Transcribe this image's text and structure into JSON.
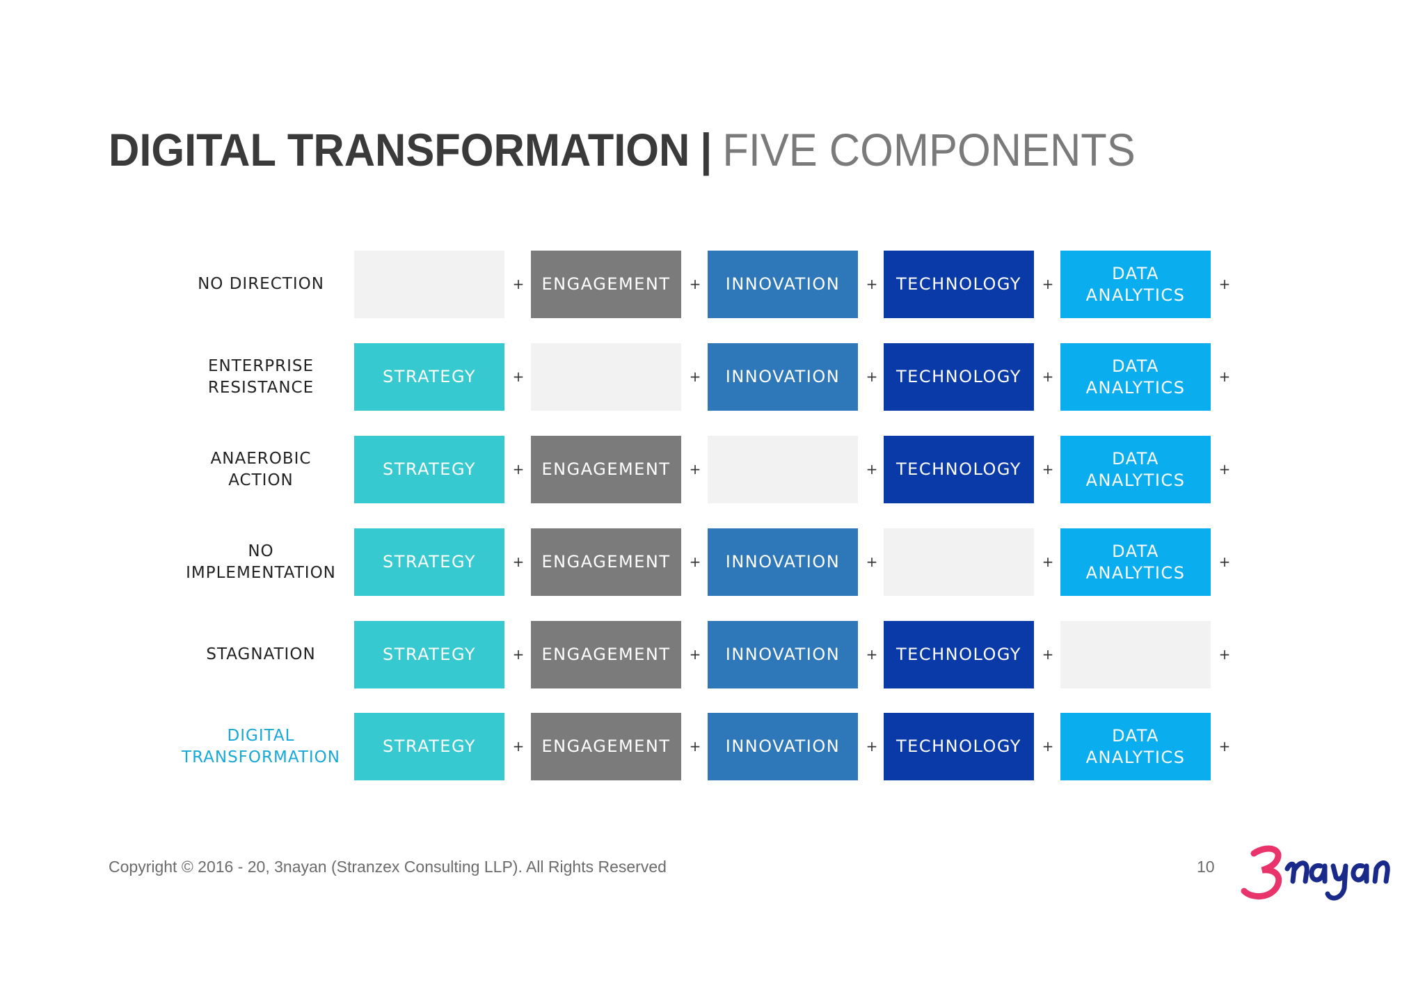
{
  "title": {
    "main": "DIGITAL TRANSFORMATION",
    "separator": "|",
    "subtitle": "FIVE COMPONENTS"
  },
  "colors": {
    "strategy": "#36c9d0",
    "engagement": "#7b7b7b",
    "innovation": "#2e77b8",
    "technology": "#0a3aa8",
    "data_analytics": "#0aaeee",
    "empty": "#f2f2f2",
    "highlight_label": "#17a8d8"
  },
  "plus_sign": "+",
  "rows": [
    {
      "label": "NO DIRECTION",
      "cells": [
        {
          "key": "strategy",
          "text": "",
          "empty": true
        },
        {
          "key": "engagement",
          "text": "ENGAGEMENT",
          "empty": false
        },
        {
          "key": "innovation",
          "text": "INNOVATION",
          "empty": false
        },
        {
          "key": "technology",
          "text": "TECHNOLOGY",
          "empty": false
        },
        {
          "key": "data_analytics",
          "text": "DATA\nANALYTICS",
          "empty": false
        }
      ]
    },
    {
      "label": "ENTERPRISE\nRESISTANCE",
      "cells": [
        {
          "key": "strategy",
          "text": "STRATEGY",
          "empty": false
        },
        {
          "key": "engagement",
          "text": "",
          "empty": true
        },
        {
          "key": "innovation",
          "text": "INNOVATION",
          "empty": false
        },
        {
          "key": "technology",
          "text": "TECHNOLOGY",
          "empty": false
        },
        {
          "key": "data_analytics",
          "text": "DATA\nANALYTICS",
          "empty": false
        }
      ]
    },
    {
      "label": "ANAEROBIC\nACTION",
      "cells": [
        {
          "key": "strategy",
          "text": "STRATEGY",
          "empty": false
        },
        {
          "key": "engagement",
          "text": "ENGAGEMENT",
          "empty": false
        },
        {
          "key": "innovation",
          "text": "",
          "empty": true
        },
        {
          "key": "technology",
          "text": "TECHNOLOGY",
          "empty": false
        },
        {
          "key": "data_analytics",
          "text": "DATA\nANALYTICS",
          "empty": false
        }
      ]
    },
    {
      "label": "NO\nIMPLEMENTATION",
      "cells": [
        {
          "key": "strategy",
          "text": "STRATEGY",
          "empty": false
        },
        {
          "key": "engagement",
          "text": "ENGAGEMENT",
          "empty": false
        },
        {
          "key": "innovation",
          "text": "INNOVATION",
          "empty": false
        },
        {
          "key": "technology",
          "text": "",
          "empty": true
        },
        {
          "key": "data_analytics",
          "text": "DATA\nANALYTICS",
          "empty": false
        }
      ]
    },
    {
      "label": "STAGNATION",
      "cells": [
        {
          "key": "strategy",
          "text": "STRATEGY",
          "empty": false
        },
        {
          "key": "engagement",
          "text": "ENGAGEMENT",
          "empty": false
        },
        {
          "key": "innovation",
          "text": "INNOVATION",
          "empty": false
        },
        {
          "key": "technology",
          "text": "TECHNOLOGY",
          "empty": false
        },
        {
          "key": "data_analytics",
          "text": "",
          "empty": true
        }
      ]
    },
    {
      "label": "DIGITAL\nTRANSFORMATION",
      "highlight": true,
      "cells": [
        {
          "key": "strategy",
          "text": "STRATEGY",
          "empty": false
        },
        {
          "key": "engagement",
          "text": "ENGAGEMENT",
          "empty": false
        },
        {
          "key": "innovation",
          "text": "INNOVATION",
          "empty": false
        },
        {
          "key": "technology",
          "text": "TECHNOLOGY",
          "empty": false
        },
        {
          "key": "data_analytics",
          "text": "DATA\nANALYTICS",
          "empty": false
        }
      ]
    }
  ],
  "footer": {
    "copyright": "Copyright © 2016 - 20, 3nayan (Stranzex Consulting LLP). All Rights Reserved",
    "page_number": "10"
  },
  "logo": {
    "text": "3nayan",
    "colors": {
      "digit": "#e8336b",
      "word": "#1a2a8a"
    }
  }
}
